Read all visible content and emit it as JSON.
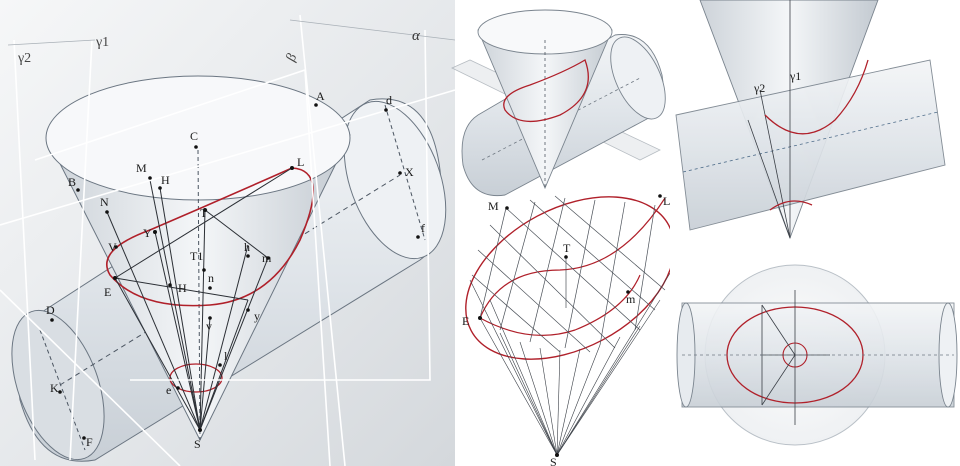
{
  "main_figure": {
    "planes": {
      "alpha": "α",
      "beta": "β",
      "gamma1": "γ1",
      "gamma2": "γ2"
    },
    "points": {
      "A": "A",
      "d": "d",
      "C": "C",
      "L": "L",
      "X": "X",
      "f": "f",
      "M": "M",
      "H": "H",
      "B": "B",
      "N": "N",
      "T": "T",
      "Y": "Y",
      "V": "V",
      "h": "h",
      "m": "m",
      "T1": "T1",
      "E": "E",
      "H1": "H",
      "n": "n",
      "y": "y",
      "v": "v",
      "D": "D",
      "K": "K",
      "F": "F",
      "l": "l",
      "e": "e",
      "S": "S"
    }
  },
  "section_figure": {
    "points": {
      "M": "M",
      "L": "L",
      "T": "T",
      "E": "E",
      "m": "m",
      "S": "S"
    }
  },
  "front_view": {
    "labels": {
      "gamma2": "γ2",
      "gamma1": "γ1"
    }
  },
  "colors": {
    "curve": "#b0202a",
    "surface": "#e9edf1",
    "edge": "#556070",
    "plane_line": "#ffffff"
  }
}
